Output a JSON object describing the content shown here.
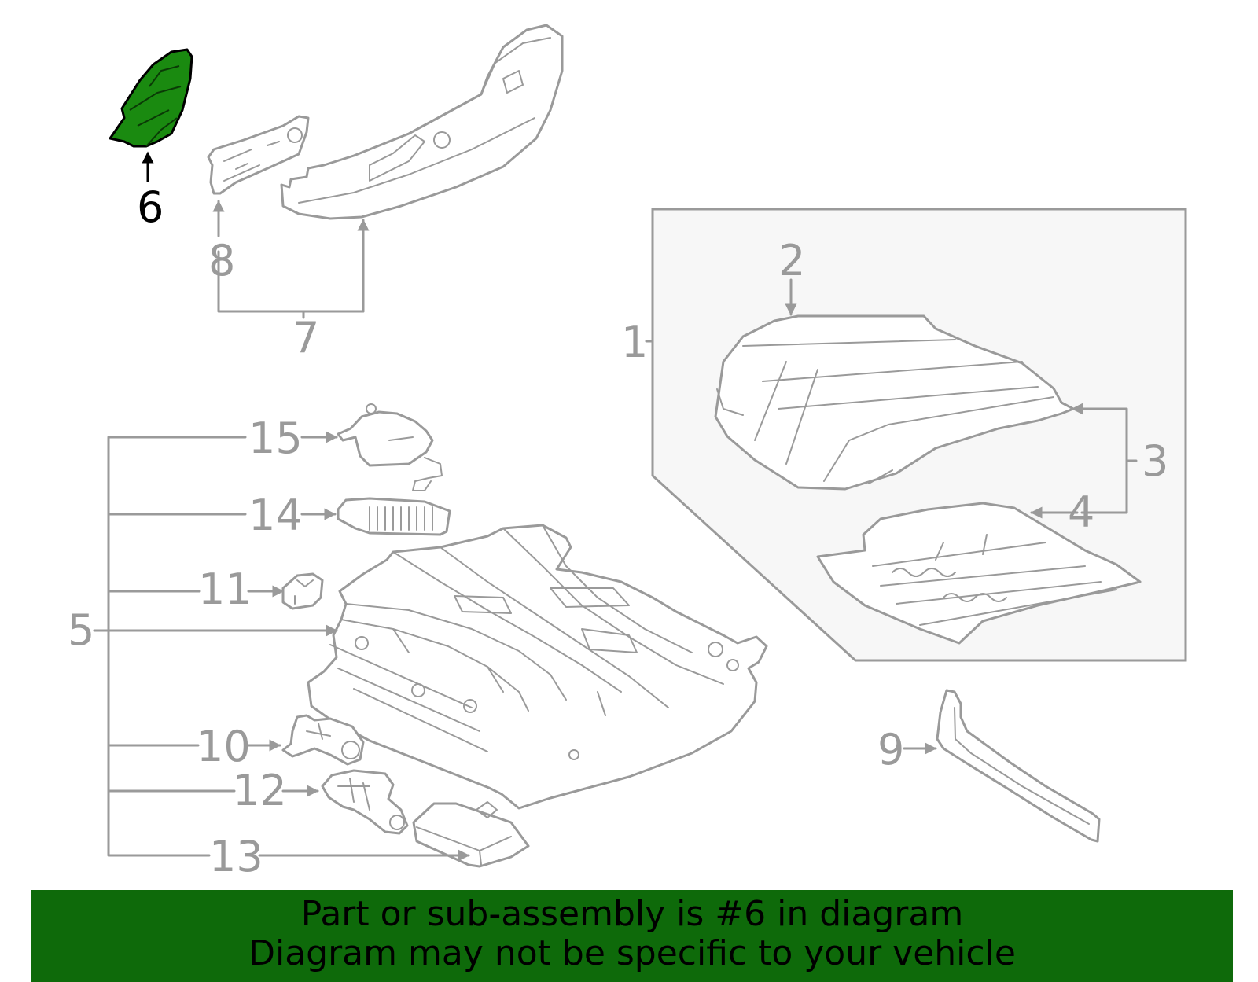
{
  "diagram": {
    "callouts": {
      "c1": "1",
      "c2": "2",
      "c3": "3",
      "c4": "4",
      "c5": "5",
      "c6": "6",
      "c7": "7",
      "c8": "8",
      "c9": "9",
      "c10": "10",
      "c11": "11",
      "c12": "12",
      "c13": "13",
      "c14": "14",
      "c15": "15"
    },
    "highlight_part": "6",
    "colors": {
      "line_gray": "#9a9a9a",
      "highlight_fill": "#1a8a10",
      "banner_bg": "#0e6a0a",
      "panel_bg": "#f7f7f7"
    }
  },
  "banner": {
    "line1": "Part or sub-assembly is #6 in diagram",
    "line2": "Diagram may not be specific to your vehicle"
  }
}
